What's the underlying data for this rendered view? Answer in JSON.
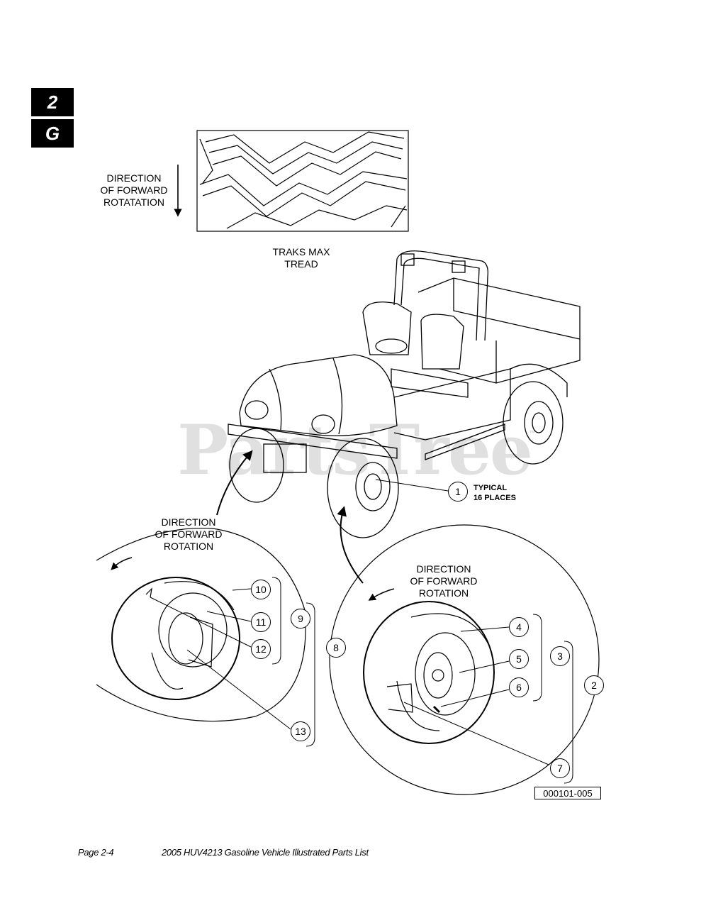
{
  "section_tab": {
    "number": "2",
    "letter": "G"
  },
  "tread": {
    "direction_label": [
      "DIRECTION",
      "OF FORWARD",
      "ROTATATION"
    ],
    "caption": [
      "TRAKS MAX",
      "TREAD"
    ]
  },
  "vehicle": {
    "callout_1": "1",
    "callout_1_note": [
      "TYPICAL",
      "16 PLACES"
    ]
  },
  "left_wheel": {
    "direction_label": [
      "DIRECTION",
      "OF FORWARD",
      "ROTATION"
    ],
    "callouts": [
      "10",
      "11",
      "12",
      "9",
      "8",
      "13"
    ]
  },
  "right_wheel": {
    "direction_label": [
      "DIRECTION",
      "OF FORWARD",
      "ROTATION"
    ],
    "callouts": [
      "4",
      "5",
      "6",
      "3",
      "2",
      "7"
    ]
  },
  "figure_id": "000101-005",
  "watermark": "PartsTree",
  "watermark_tm": "™",
  "footer": {
    "page": "Page 2-4",
    "title": "2005 HUV4213 Gasoline Vehicle Illustrated Parts List"
  }
}
